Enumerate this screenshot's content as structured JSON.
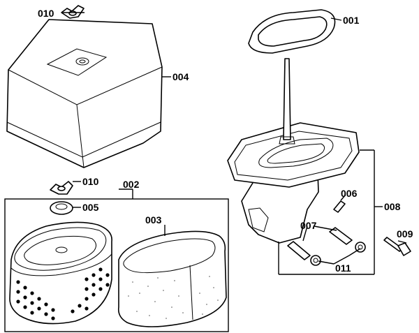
{
  "diagram": {
    "callouts": {
      "c001": "001",
      "c002": "002",
      "c003": "003",
      "c004": "004",
      "c005": "005",
      "c006": "006",
      "c007": "007",
      "c008": "008",
      "c009": "009",
      "c010a": "010",
      "c010b": "010",
      "c011": "011"
    },
    "parts": [
      {
        "name": "gasket",
        "callout": "001"
      },
      {
        "name": "air-cleaner-element-assembly",
        "callout": "002"
      },
      {
        "name": "pre-cleaner-foam",
        "callout": "003"
      },
      {
        "name": "air-cleaner-cover",
        "callout": "004"
      },
      {
        "name": "grommet",
        "callout": "005"
      },
      {
        "name": "breather-tube",
        "callout": "006"
      },
      {
        "name": "tube",
        "callout": "007"
      },
      {
        "name": "air-cleaner-base",
        "callout": "008"
      },
      {
        "name": "bolt",
        "callout": "009"
      },
      {
        "name": "wing-nut",
        "callout": "010"
      },
      {
        "name": "flange-nut",
        "callout": "011"
      }
    ]
  }
}
